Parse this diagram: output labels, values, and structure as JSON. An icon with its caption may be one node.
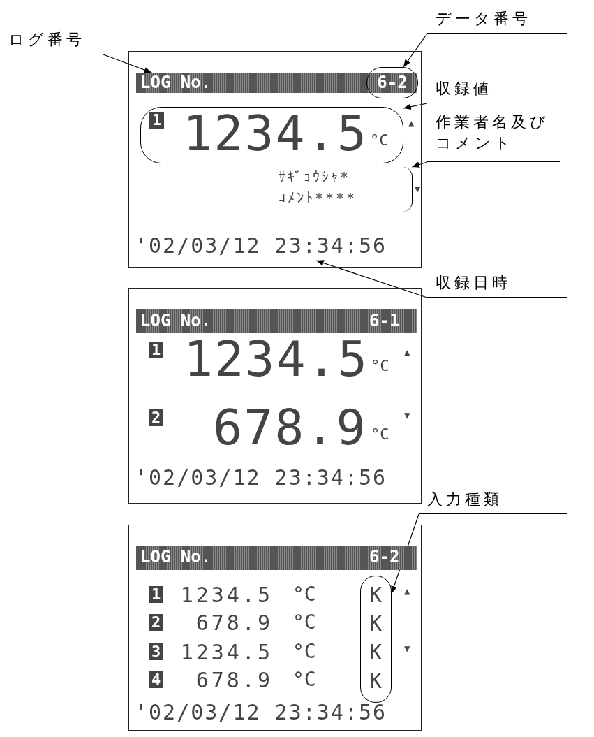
{
  "diagram": {
    "nodes": [
      {
        "text": [
          "データ番号"
        ]
      },
      {
        "text": [
          "ログ番号"
        ]
      },
      {
        "text": [
          "▲",
          "▼"
        ]
      },
      {
        "text": [
          "LOG No."
        ],
        "in": 2
      },
      {
        "text": [
          "6-2"
        ],
        "in": 2
      },
      {
        "text": [
          "収録値"
        ]
      },
      {
        "text": [
          "1",
          "1234.5",
          "°C"
        ],
        "in": 2
      },
      {
        "text": [
          "作業者名及びコメント"
        ]
      },
      {
        "text": [
          "ｻｷﾞｮｳｼｬ*",
          "ｺﾒﾝﾄ****"
        ],
        "in": 2
      },
      {
        "text": [
          "'02/03/12 23:34:56"
        ],
        "in": 2
      },
      {
        "text": [
          "収録日時"
        ]
      },
      {
        "text": [
          "LOG No.",
          "6-1",
          "1",
          "1234.5",
          "°C",
          "▲",
          "2",
          "678.9",
          "°C",
          "▼",
          "'02/03/12 23:34:56"
        ]
      },
      {
        "text": [
          "入力種類"
        ]
      },
      {
        "text": [
          "LOG No.",
          "6-2",
          "1",
          "1234.5",
          "°C",
          "▲",
          "2",
          "678.9",
          "°C",
          "3",
          "1234.5",
          "°C",
          "▼",
          "4",
          "678.9",
          "°C",
          "'02/03/12 23:34:56"
        ]
      },
      {
        "text": [
          "K",
          "K",
          "K",
          "K"
        ],
        "in": 13
      }
    ],
    "edges": [
      {
        "from": 0,
        "to": 4,
        "arrow": "to"
      },
      {
        "from": 1,
        "to": 3,
        "arrow": "to"
      },
      {
        "from": 5,
        "to": 6,
        "arrow": "to"
      },
      {
        "from": 7,
        "to": 8,
        "arrow": "to"
      },
      {
        "from": 10,
        "to": 9,
        "arrow": "to"
      },
      {
        "from": 12,
        "to": 14,
        "arrow": "to"
      }
    ]
  }
}
